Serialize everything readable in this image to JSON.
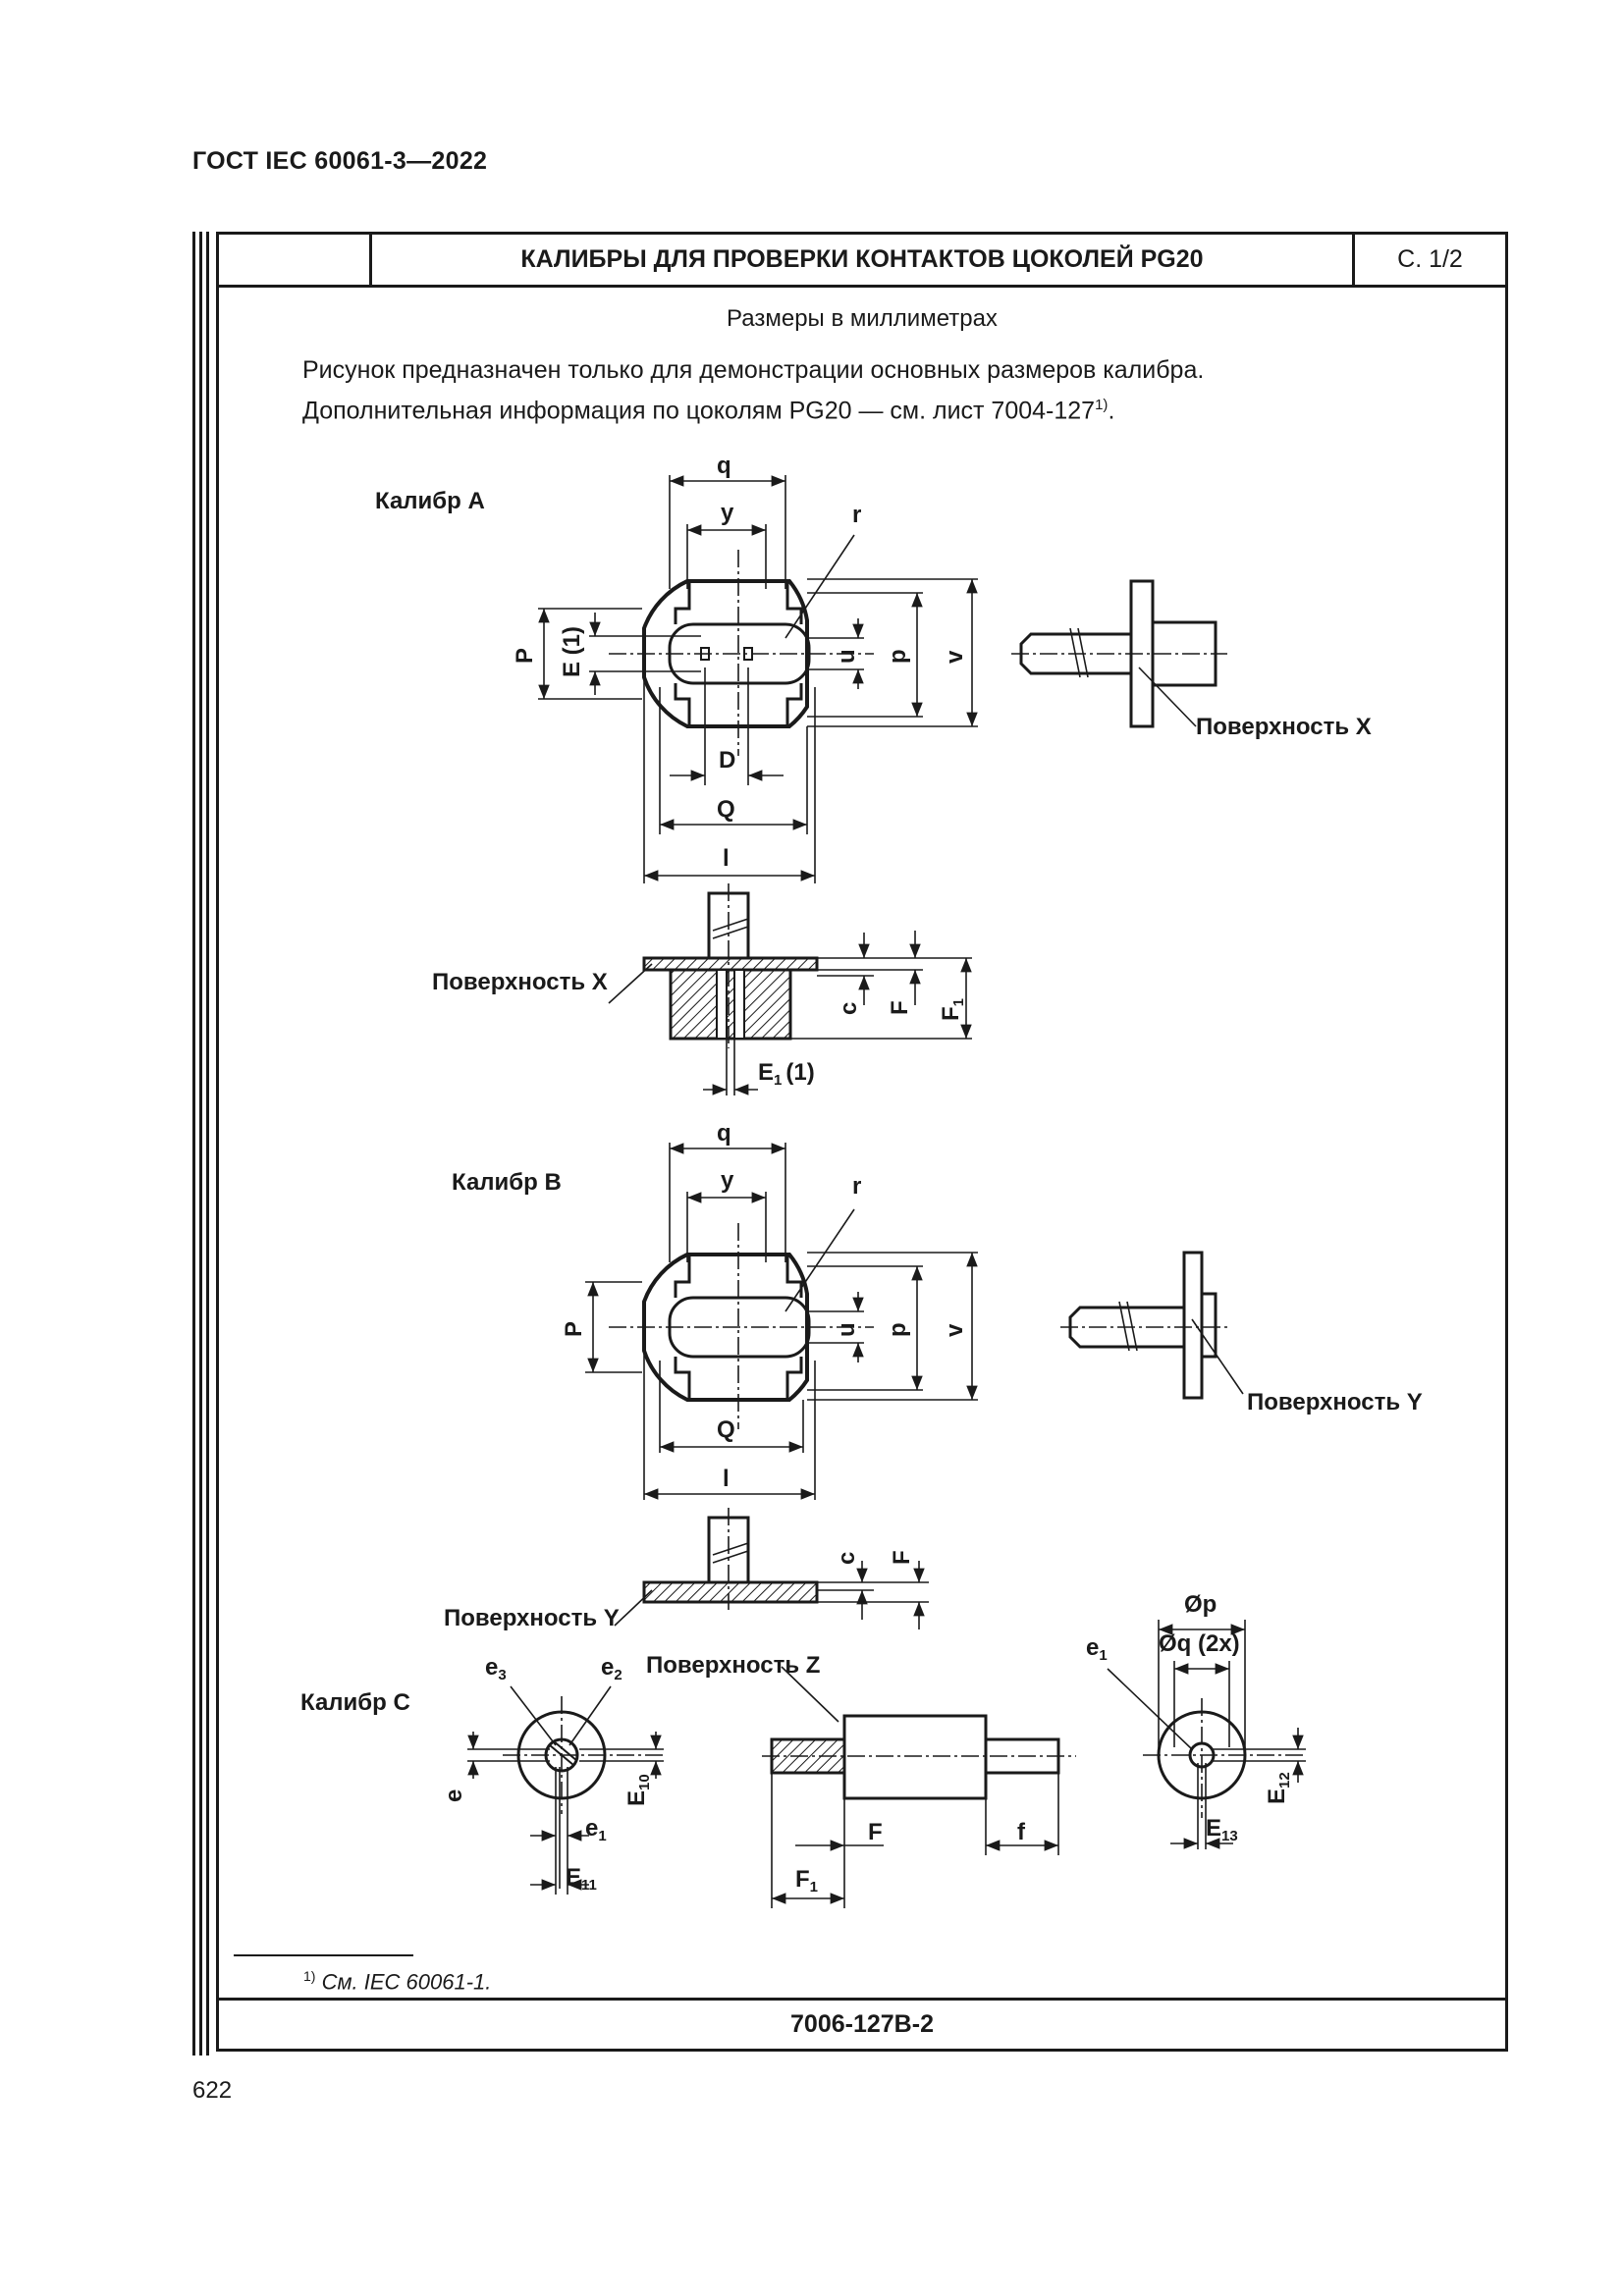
{
  "header": {
    "standard": "ГОСТ IEC 60061-3—2022"
  },
  "sheet": {
    "title": "КАЛИБРЫ ДЛЯ ПРОВЕРКИ КОНТАКТОВ ЦОКОЛЕЙ PG20",
    "page": "С. 1/2",
    "units_note": "Размеры в миллиметрах",
    "description_line1": "Рисунок предназначен только для демонстрации основных размеров калибра.",
    "description_line2": "Дополнительная информация по цоколям PG20 — см. лист 7004-127",
    "description_ref": "1)",
    "description_end": ".",
    "code": "7006-127В-2"
  },
  "footnote": {
    "mark": "1)",
    "text": "См. IEC 60061-1."
  },
  "page_number": "622",
  "drawing": {
    "gauge_a": "Калибр А",
    "gauge_b": "Калибр В",
    "gauge_c": "Калибр С",
    "surface_x": "Поверхность X",
    "surface_y": "Поверхность Y",
    "surface_z": "Поверхность Z",
    "dims": {
      "q": "q",
      "y": "y",
      "r": "r",
      "P": "P",
      "E1_note": "E (1)",
      "u": "u",
      "p": "p",
      "v": "v",
      "D": "D",
      "Q": "Q",
      "l": "l",
      "c": "c",
      "F": "F",
      "F1": "F",
      "E1": "E",
      "E1_tail": "(1)",
      "e": "e",
      "e1": "e",
      "e2": "e",
      "e3": "e",
      "E10": "E",
      "E11": "E",
      "E12": "E",
      "E13": "E",
      "f": "f",
      "dp": "Øp",
      "dq": "Øq (2x)",
      "sub1": "1",
      "sub2": "2",
      "sub3": "3",
      "sub10": "10",
      "sub11": "11",
      "sub12": "12",
      "sub13": "13"
    }
  }
}
